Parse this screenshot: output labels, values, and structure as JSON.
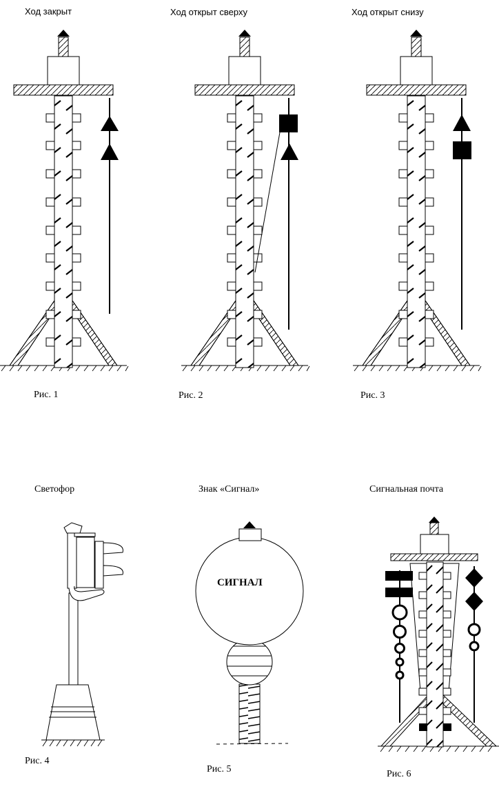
{
  "figures": [
    {
      "title": "Ход закрыт",
      "caption": "Рис. 1"
    },
    {
      "title": "Ход открыт сверху",
      "caption": "Рис. 2"
    },
    {
      "title": "Ход открыт снизу",
      "caption": "Рис. 3"
    },
    {
      "title": "Светофор",
      "caption": "Рис. 4"
    },
    {
      "title": "Знак «Сигнал»",
      "caption": "Рис. 5",
      "sign_text": "СИГНАЛ"
    },
    {
      "title": "Сигнальная  почта",
      "caption": "Рис. 6"
    }
  ],
  "colors": {
    "ink": "#000000",
    "paper": "#ffffff"
  },
  "icons": {
    "figure_1": [
      "triangle-up-icon",
      "triangle-up-icon"
    ],
    "figure_2": [
      "square-icon",
      "triangle-up-icon"
    ],
    "figure_3": [
      "triangle-up-icon",
      "square-icon"
    ]
  }
}
